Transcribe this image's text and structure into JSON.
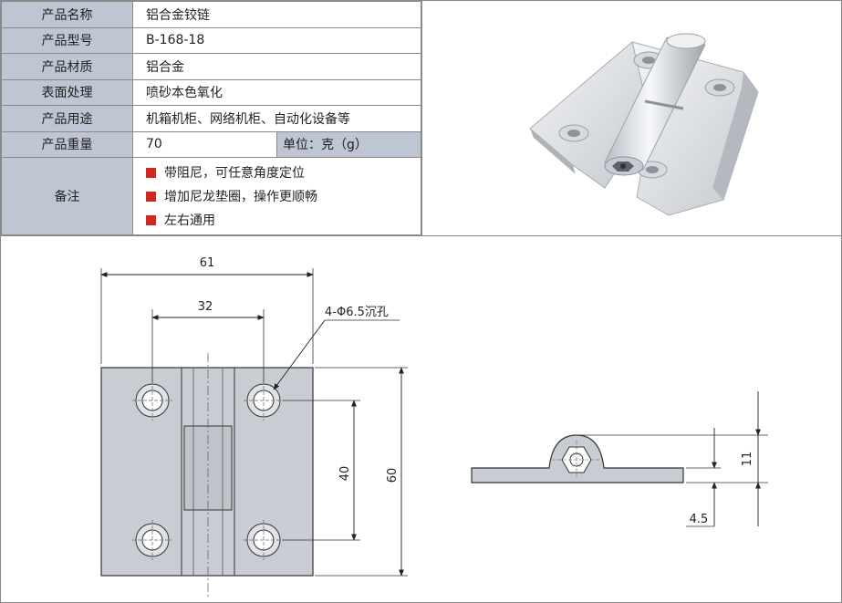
{
  "spec": {
    "rows": [
      {
        "label": "产品名称",
        "value": "铝合金铰链"
      },
      {
        "label": "产品型号",
        "value": "B-168-18"
      },
      {
        "label": "产品材质",
        "value": "铝合金"
      },
      {
        "label": "表面处理",
        "value": "喷砂本色氧化"
      },
      {
        "label": "产品用途",
        "value": "机箱机柜、网络机柜、自动化设备等"
      },
      {
        "label": "产品重量",
        "value": "70",
        "unit": "单位：克（g）"
      }
    ],
    "notes_label": "备注",
    "notes": [
      "带阻尼，可任意角度定位",
      "增加尼龙垫圈，操作更顺畅",
      "左右通用"
    ],
    "bullet_color": "#d0271e",
    "label_bg": "#bdc6d2"
  },
  "drawing": {
    "dim_width": "61",
    "dim_hole_spacing_x": "32",
    "hole_callout": "4-Φ6.5沉孔",
    "dim_hole_spacing_y": "40",
    "dim_height": "60",
    "dim_knuckle": "11",
    "dim_thickness": "4.5",
    "plate_color": "#c9cdd3"
  }
}
